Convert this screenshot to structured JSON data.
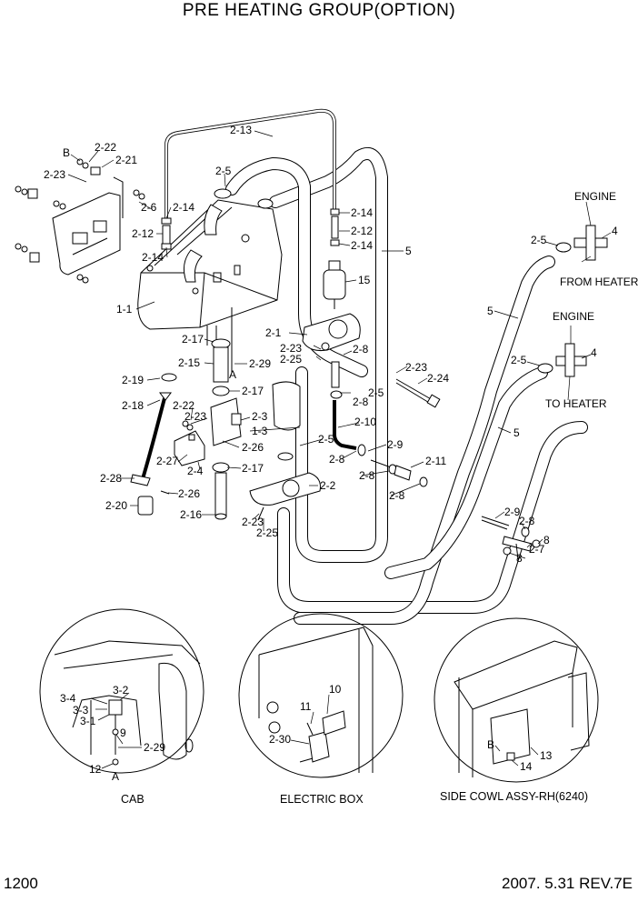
{
  "title": "PRE HEATING GROUP(OPTION)",
  "footer": {
    "page": "1200",
    "date_rev": "2007. 5.31  REV.7E"
  },
  "insets": {
    "cab": "CAB",
    "electric_box": "ELECTRIC BOX",
    "side_cowl": "SIDE COWL ASSY-RH(6240)"
  },
  "annotations": {
    "engine_top": "ENGINE",
    "from_heater": "FROM HEATER",
    "engine_mid": "ENGINE",
    "to_heater": "TO HEATER"
  },
  "callouts": {
    "c2_13": "2-13",
    "c2_22a": "2-22",
    "c2_21": "2-21",
    "cB1": "B",
    "c2_23a": "2-23",
    "c2_5a": "2-5",
    "c2_6": "2-6",
    "c2_14a": "2-14",
    "c2_12a": "2-12",
    "c2_14b": "2-14",
    "c2_12b": "2-12",
    "c2_14c": "2-14",
    "c5a": "5",
    "c15": "15",
    "c1_1": "1-1",
    "c2_1": "2-1",
    "c2_17a": "2-17",
    "c2_23b": "2-23",
    "c2_8a": "2-8",
    "c2_25a": "2-25",
    "c2_15": "2-15",
    "c2_29a": "2-29",
    "cA1": "A",
    "c2_19": "2-19",
    "c2_17b": "2-17",
    "c2_18": "2-18",
    "c2_22b": "2-22",
    "c2_23c": "2-23",
    "c2_3": "2-3",
    "c1_3": "1-3",
    "c2_5b": "2-5",
    "c2_8b": "2-8",
    "c2_23d": "2-23",
    "c2_24": "2-24",
    "c2_10": "2-10",
    "c2_5c": "2-5",
    "c2_26a": "2-26",
    "c2_9a": "2-9",
    "c2_27": "2-27",
    "c2_4": "2-4",
    "c2_17c": "2-17",
    "c2_8c": "2-8",
    "c2_11": "2-11",
    "c2_8d": "2-8",
    "c2_28": "2-28",
    "c2_2": "2-2",
    "c2_8e": "2-8",
    "c2_26b": "2-26",
    "c2_20": "2-20",
    "c2_16": "2-16",
    "c2_23e": "2-23",
    "c2_25b": "2-25",
    "c2_5d": "2-5",
    "c4a": "4",
    "c5b": "5",
    "c2_5e": "2-5",
    "c4b": "4",
    "c5c": "5",
    "c2_9b": "2-9",
    "c2_8f": "2-8",
    "c8a": "8",
    "c2_7": "2-7",
    "c8b": "8",
    "c3_4": "3-4",
    "c3_2": "3-2",
    "c3_3": "3-3",
    "c3_1": "3-1",
    "c9": "9",
    "c2_29b": "2-29",
    "c12": "12",
    "cA2": "A",
    "c10": "10",
    "c11": "11",
    "c2_30": "2-30",
    "cB2": "B",
    "c13": "13",
    "c14": "14"
  }
}
